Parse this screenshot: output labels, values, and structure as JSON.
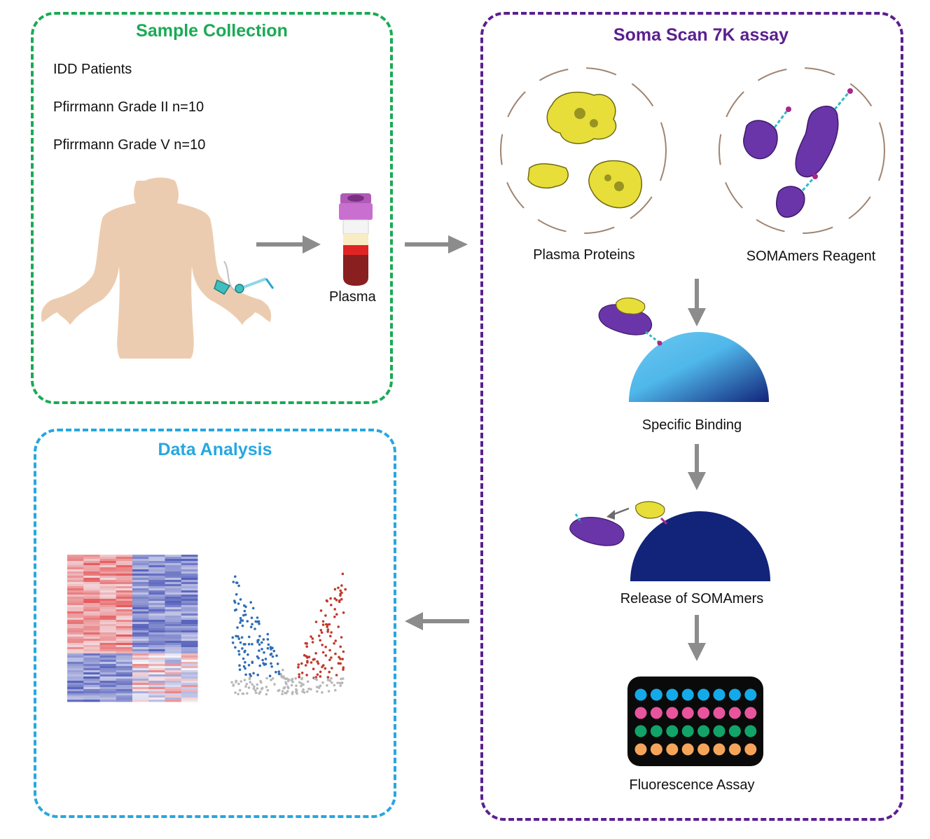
{
  "colors": {
    "green": "#1aaa55",
    "purple": "#5b1f8f",
    "blue": "#26a7e0",
    "arrow": "#8c8c8c",
    "skin": "#ecccb0",
    "yellow": "#e8de3a",
    "violet": "#6a35a8",
    "dish_light": "#6cc8ef",
    "dish_dark": "#12237a",
    "heat_red": "#e02828",
    "heat_blue": "#3845b0",
    "volcano_red": "#c0392b",
    "volcano_blue": "#2f6db5",
    "volcano_grey": "#b8b8b8"
  },
  "sample_collection": {
    "title": "Sample Collection",
    "line1": "IDD Patients",
    "line2": "Pfirrmann Grade II  n=10",
    "line3": "Pfirrmann Grade V  n=10",
    "tube_label": "Plasma"
  },
  "soma_scan": {
    "title": "Soma Scan 7K assay",
    "plasma_proteins": "Plasma Proteins",
    "somamers_reagent": "SOMAmers Reagent",
    "specific_binding": "Specific Binding",
    "release": "Release of SOMAmers",
    "fluorescence": "Fluorescence Assay",
    "well_row_colors": [
      "#14a9e8",
      "#e8559c",
      "#12a36a",
      "#f5a55a"
    ]
  },
  "data_analysis": {
    "title": "Data Analysis"
  },
  "icons": [
    "human-body-icon",
    "iv-needle-icon",
    "blood-tube-icon",
    "arrow-right-icon",
    "arrow-down-icon",
    "arrow-left-icon",
    "protein-icon",
    "aptamer-icon",
    "bead-dish-icon",
    "well-plate-icon",
    "heatmap-icon",
    "volcano-plot-icon"
  ]
}
